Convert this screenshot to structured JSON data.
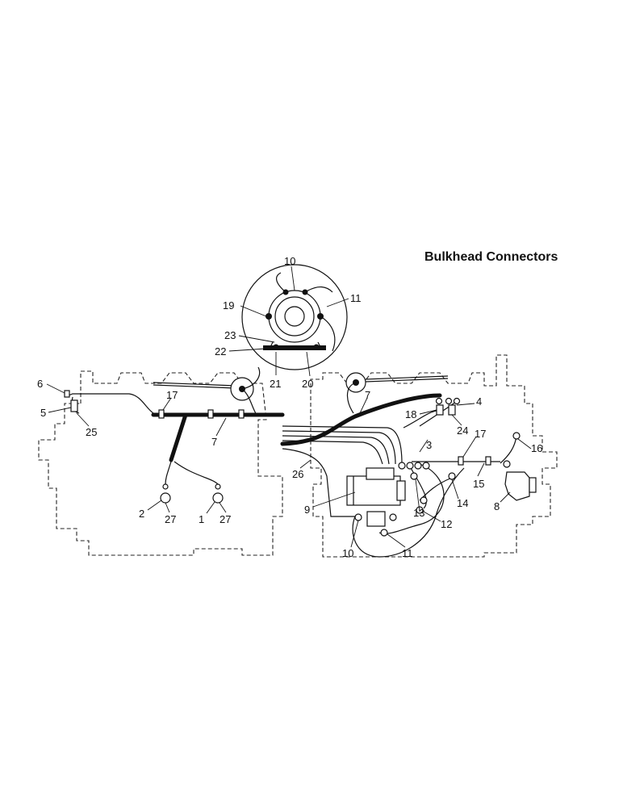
{
  "title": "Bulkhead Connectors",
  "callouts": {
    "c10_top": "10",
    "c11_top": "11",
    "c19": "19",
    "c23": "23",
    "c22": "22",
    "c21": "21",
    "c20": "20",
    "c6": "6",
    "c5": "5",
    "c25": "25",
    "c17_left": "17",
    "c7_left": "7",
    "c2": "2",
    "c27_a": "27",
    "c1": "1",
    "c27_b": "27",
    "c7_right": "7",
    "c4": "4",
    "c18": "18",
    "c24": "24",
    "c3": "3",
    "c17_right": "17",
    "c16": "16",
    "c26": "26",
    "c15": "15",
    "c14": "14",
    "c8": "8",
    "c9": "9",
    "c13": "13",
    "c12": "12",
    "c10_bottom": "10",
    "c11_bottom": "11"
  }
}
